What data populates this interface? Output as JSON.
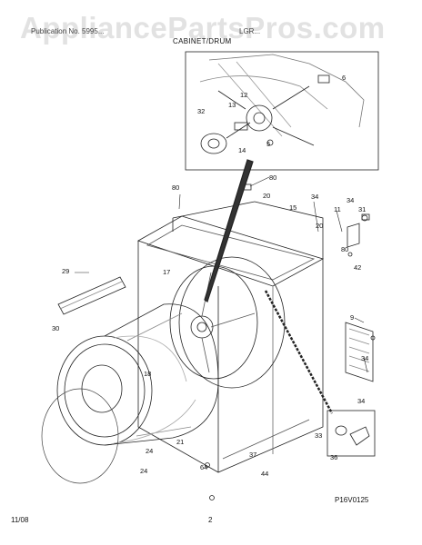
{
  "header": {
    "watermark": "AppliancePartsPros.com",
    "left": "Publication No. 5995...",
    "right": "LGR...",
    "title": "CABINET/DRUM"
  },
  "footer": {
    "date": "11/08",
    "page": "2",
    "figure_code": "P16V0125"
  },
  "callouts": [
    "6",
    "12",
    "13",
    "32",
    "5",
    "14",
    "80",
    "20",
    "80",
    "34",
    "15",
    "34",
    "11",
    "31",
    "20",
    "80",
    "42",
    "17",
    "29",
    "9",
    "30",
    "18",
    "34",
    "34",
    "33",
    "36",
    "24",
    "21",
    "37",
    "64",
    "44",
    "24"
  ]
}
